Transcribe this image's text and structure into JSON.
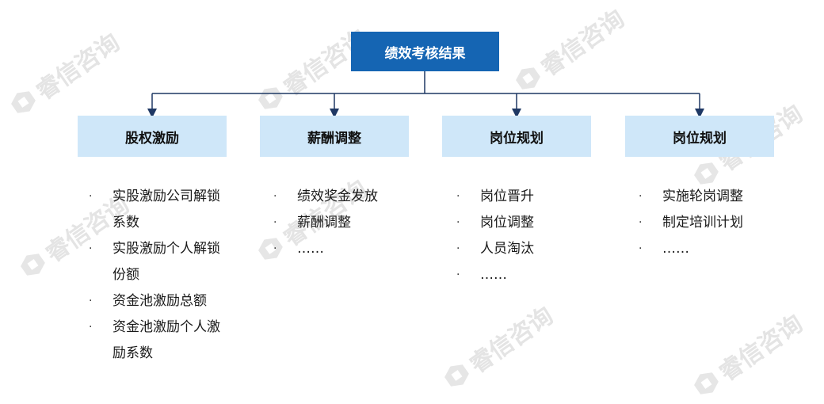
{
  "watermark_text": "睿信咨询",
  "root": {
    "label": "绩效考核结果"
  },
  "categories": [
    {
      "label": "股权激励",
      "items": [
        "实股激励公司解锁系数",
        "实股激励个人解锁份额",
        "资金池激励总额",
        "资金池激励个人激励系数"
      ]
    },
    {
      "label": "薪酬调整",
      "items": [
        "绩效奖金发放",
        "薪酬调整",
        "……"
      ]
    },
    {
      "label": "岗位规划",
      "items": [
        "岗位晋升",
        "岗位调整",
        "人员淘汰",
        "……"
      ]
    },
    {
      "label": "岗位规划",
      "items": [
        "实施轮岗调整",
        "制定培训计划",
        "……"
      ]
    }
  ],
  "colors": {
    "root_fill": "#1565b3",
    "category_fill": "#cfe7f9",
    "connector": "#1f3864"
  },
  "bullet_glyph": "·"
}
